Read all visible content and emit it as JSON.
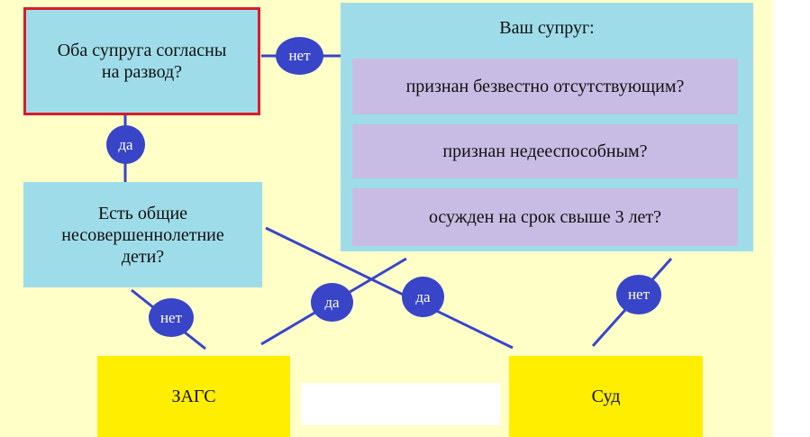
{
  "colors": {
    "background": "#ffffc8",
    "question_fill": "#9fdce9",
    "question_border": "#d81c2a",
    "condition_fill": "#c8bce4",
    "authority_fill": "#ffee00",
    "connector": "#3845c8",
    "badge_text": "#ffffff"
  },
  "nodes": {
    "q_agree": "Оба супруга согласны на развод?",
    "q_children": "Есть общие несовершеннолетние дети?",
    "spouse_title": "Ваш супруг:",
    "spouse_conditions": [
      "признан безвестно отсутствующим?",
      "признан недееспособным?",
      "осужден на срок свыше 3 лет?"
    ],
    "zags": "ЗАГС",
    "sud": "Суд"
  },
  "edges": {
    "agree_no": "нет",
    "agree_yes": "да",
    "children_no": "нет",
    "conditions_yes": "да",
    "children_yes": "да",
    "conditions_no": "нет"
  }
}
